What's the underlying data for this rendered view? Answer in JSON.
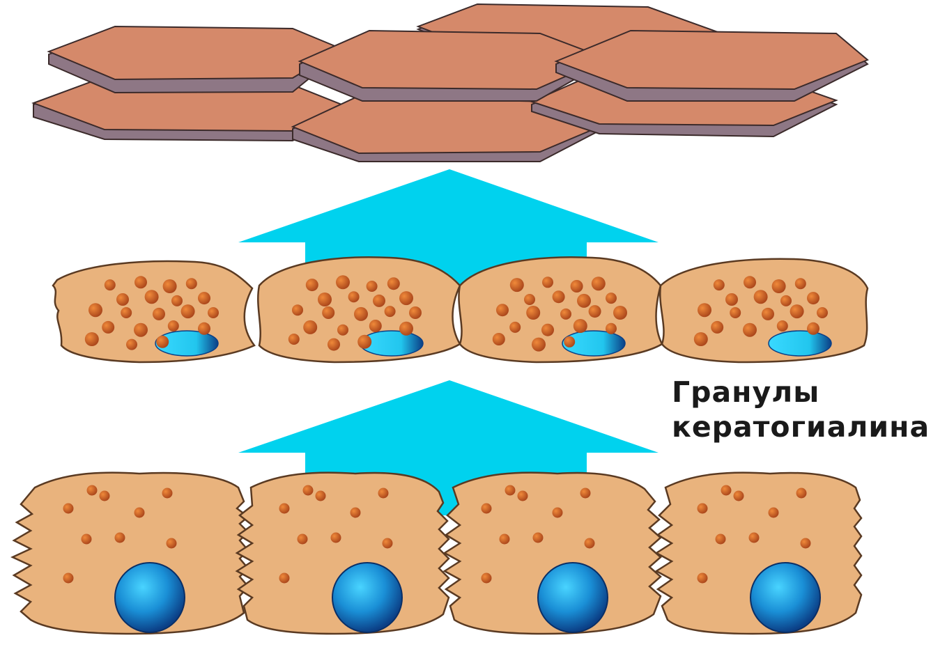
{
  "label": {
    "line1": "Гранулы",
    "line2": "кератогиалина"
  },
  "colors": {
    "background": "#ffffff",
    "scale_top": "#d5896a",
    "scale_edge": "#8e7785",
    "cell_body": "#e9b37d",
    "cell_outline": "#5a3a22",
    "granule": "#c0541e",
    "nucleus": "#1aa7e0",
    "nucleus_dark": "#0b3f86",
    "arrow": "#00d2ee",
    "text": "#1a1a1a"
  },
  "layers": {
    "top": {
      "name": "flat-scales",
      "count": 7
    },
    "middle": {
      "name": "granular-cells",
      "count": 4,
      "nucleus_shape": "flattened-oval"
    },
    "bottom": {
      "name": "spiny-cells",
      "count": 4,
      "nucleus_shape": "round"
    }
  },
  "arrows": {
    "count": 2,
    "direction": "up"
  }
}
